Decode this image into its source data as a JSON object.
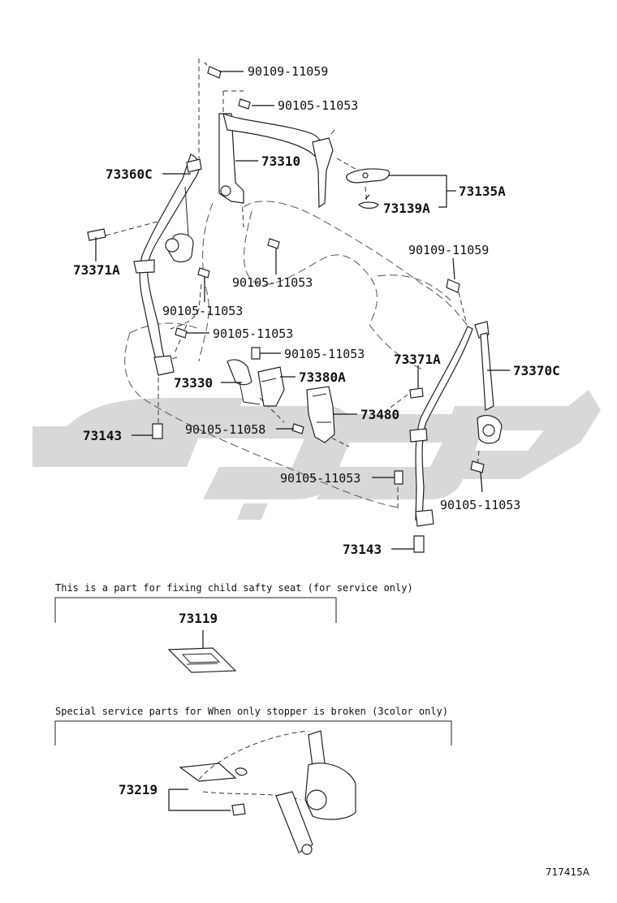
{
  "labels": {
    "p90109_top": "90109-11059",
    "p90105_top": "90105-11053",
    "p73360C": "73360C",
    "p73310": "73310",
    "p73135A": "73135A",
    "p73139A": "73139A",
    "p73371A_left": "73371A",
    "p90105_mid": "90105-11053",
    "p90109_right": "90109-11059",
    "p90105_leftlow": "90105-11053",
    "p90105_belt": "90105-11053",
    "p90105_center": "90105-11053",
    "p73371A_right": "73371A",
    "p73370C": "73370C",
    "p73330": "73330",
    "p73380A": "73380A",
    "p73480": "73480",
    "p73143_left": "73143",
    "p90105_11058": "90105-11058",
    "p90105_lowcenter": "90105-11053",
    "p90105_lowright": "90105-11053",
    "p73143_right": "73143"
  },
  "child_seat_box": {
    "note": "This is a part for fixing child safty seat (for service only)",
    "part_number": "73119"
  },
  "stopper_box": {
    "note": "Special service parts for When only stopper is broken (3color only)",
    "part_number": "73219"
  },
  "diagram_id": "717415A"
}
